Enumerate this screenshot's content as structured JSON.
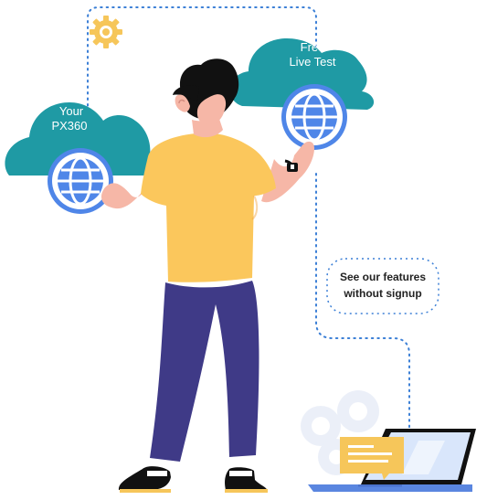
{
  "clouds": {
    "left": {
      "line1": "Your",
      "line2": "PX360"
    },
    "right": {
      "line1": "Free",
      "line2": "Live Test"
    }
  },
  "note": {
    "line1": "See our features",
    "line2": "without signup"
  },
  "colors": {
    "cloud": "#1f9aa4",
    "globe": "#4f86e8",
    "shirt": "#fbc75c",
    "pants": "#3f3a87",
    "skin": "#f6b7a7",
    "hair": "#111111",
    "dots": "#3b7fd6",
    "gear": "#f6c65a",
    "note_card": "#f6c65a",
    "laptop_screen": "#d9e6fb",
    "laptop_base": "#5a86e0"
  },
  "icons": {
    "left_globe": "globe-icon",
    "right_globe": "globe-icon",
    "gear": "gear-icon",
    "watch": "watch-icon",
    "laptop": "laptop-icon",
    "chat": "chat-bubble-icon"
  }
}
